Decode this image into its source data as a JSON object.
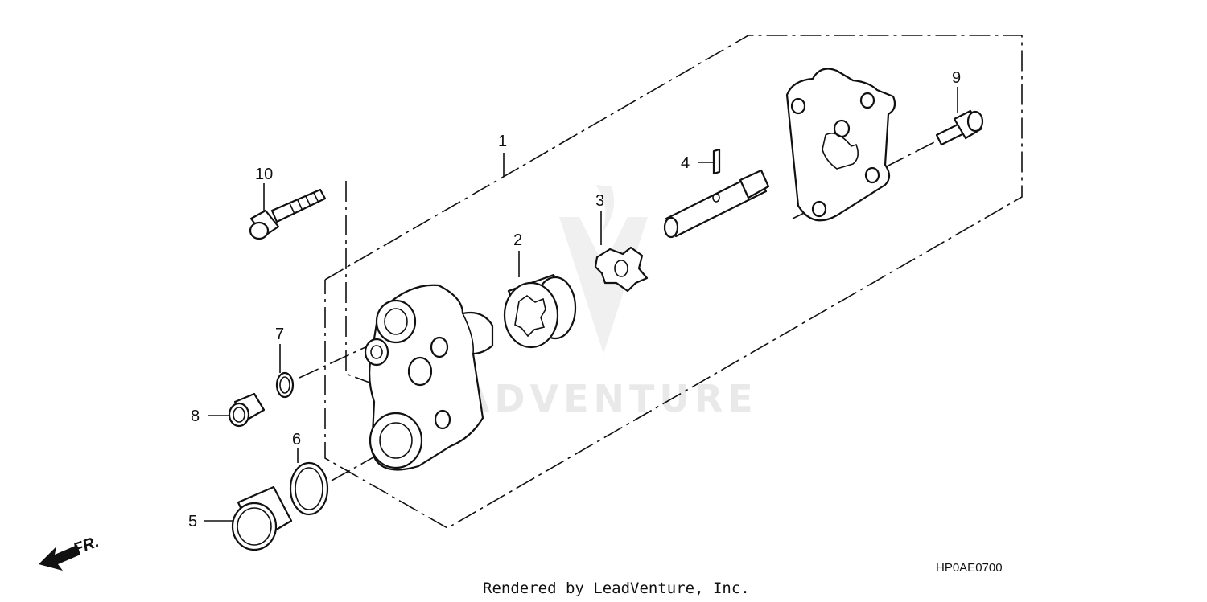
{
  "diagram": {
    "callouts": [
      "1",
      "2",
      "3",
      "4",
      "5",
      "6",
      "7",
      "8",
      "9",
      "10"
    ],
    "direction_label": "FR.",
    "diagram_code": "HP0AE0700",
    "credit": "Rendered by LeadVenture, Inc.",
    "watermark": "LEADVENTURE"
  }
}
